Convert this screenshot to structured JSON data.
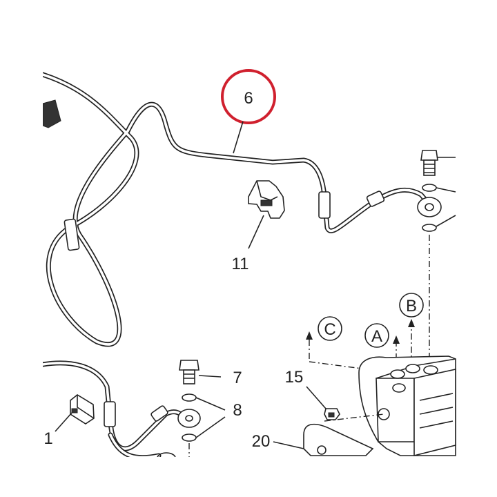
{
  "callouts": {
    "c6": "6",
    "c11": "11",
    "c7": "7",
    "c8": "8",
    "c1": "1",
    "c15": "15",
    "c20": "20"
  },
  "port_letters": {
    "a": "A",
    "b": "B",
    "c": "C"
  },
  "colors": {
    "highlight": "#d0202e",
    "ink": "#222222"
  }
}
